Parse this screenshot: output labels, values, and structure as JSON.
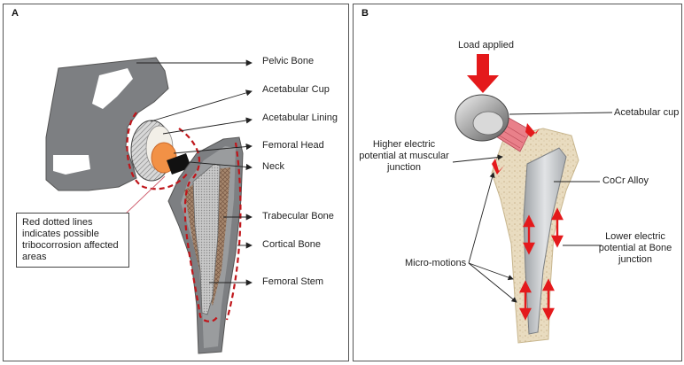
{
  "panel_a": {
    "letter": "A",
    "labels": {
      "pelvic_bone": "Pelvic Bone",
      "acetabular_cup": "Acetabular Cup",
      "acetabular_lining": "Acetabular Lining",
      "femoral_head": "Femoral Head",
      "neck": "Neck",
      "trabecular_bone": "Trabecular Bone",
      "cortical_bone": "Cortical Bone",
      "femoral_stem": "Femoral Stem"
    },
    "note": "Red dotted lines indicates possible tribocorrosion affected areas"
  },
  "panel_b": {
    "letter": "B",
    "labels": {
      "load_applied": "Load applied",
      "acetabular_cup": "Acetabular cup",
      "higher_potential": "Higher electric potential at muscular junction",
      "cocr_alloy": "CoCr Alloy",
      "lower_potential": "Lower electric potential at Bone junction",
      "micro_motions": "Micro-motions"
    }
  },
  "colors": {
    "bone_gray": "#7d7f82",
    "dash_red": "#c0161b",
    "arrow_red": "#e4191b",
    "femoral_head": "#f29146",
    "trabecular": "#b07a55",
    "bone_tan": "#e9dcc0"
  }
}
